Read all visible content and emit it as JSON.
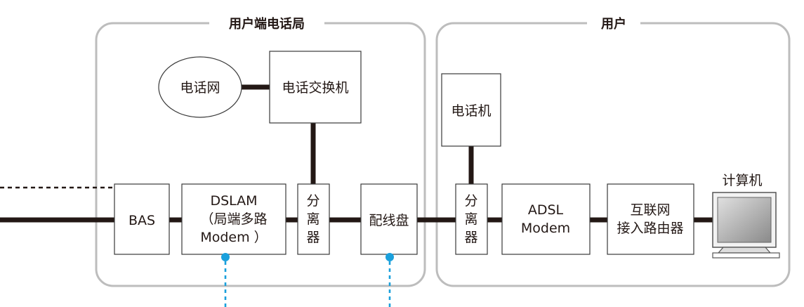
{
  "groups": {
    "office": "用户端电话局",
    "user": "用户"
  },
  "nodes": {
    "phone_network": "电话网",
    "phone_switch": "电话交换机",
    "bas": "BAS",
    "dslam": [
      "DSLAM",
      "（局端多路",
      "Modem ）"
    ],
    "splitter_office": [
      "分",
      "离",
      "器"
    ],
    "distribution_frame": "配线盘",
    "telephone": "电话机",
    "splitter_user": [
      "分",
      "离",
      "器"
    ],
    "adsl_modem": [
      "ADSL",
      "Modem"
    ],
    "router": [
      "互联网",
      "接入路由器"
    ],
    "computer": "计算机"
  },
  "colors": {
    "line": "#231815",
    "border": "#bdbdbd",
    "accent_blue": "#1aa0dc",
    "screen": "#9a9a9a"
  }
}
